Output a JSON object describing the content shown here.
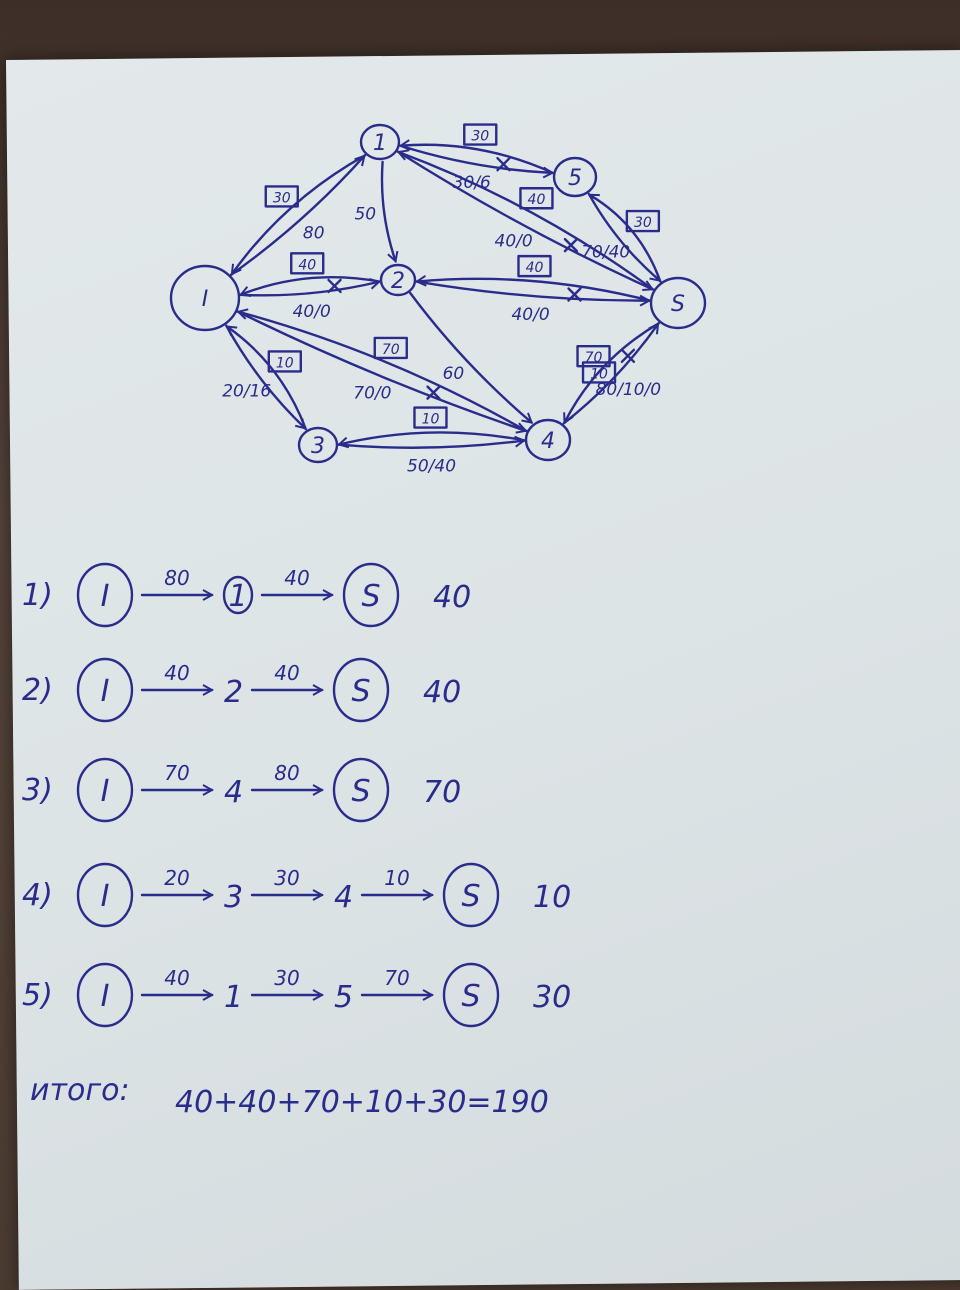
{
  "diagram": {
    "nodes": [
      {
        "id": "I",
        "label": "I"
      },
      {
        "id": "1",
        "label": "1"
      },
      {
        "id": "2",
        "label": "2"
      },
      {
        "id": "3",
        "label": "3"
      },
      {
        "id": "4",
        "label": "4"
      },
      {
        "id": "5",
        "label": "5"
      },
      {
        "id": "S",
        "label": "S"
      }
    ],
    "edges": [
      {
        "from": "I",
        "to": "1",
        "label": "80",
        "back": "30"
      },
      {
        "from": "1",
        "to": "5",
        "label": "30/6",
        "back": "30",
        "crossed": true
      },
      {
        "from": "1",
        "to": "2",
        "label": "50"
      },
      {
        "from": "1",
        "to": "S",
        "label": "40/0",
        "back": "40",
        "crossed": true
      },
      {
        "from": "I",
        "to": "2",
        "label": "40/0",
        "back": "40",
        "crossed": true
      },
      {
        "from": "2",
        "to": "S",
        "label": "40/0",
        "back": "40",
        "crossed": true
      },
      {
        "from": "5",
        "to": "S",
        "label": "70/40",
        "back": "30"
      },
      {
        "from": "I",
        "to": "3",
        "label": "20/16",
        "back": "10"
      },
      {
        "from": "I",
        "to": "4",
        "label": "70/0",
        "back": "70",
        "crossed": true
      },
      {
        "from": "2",
        "to": "4",
        "label": "60"
      },
      {
        "from": "3",
        "to": "4",
        "label": "50/40",
        "back": "10"
      },
      {
        "from": "4",
        "to": "S",
        "label": "80/10/0",
        "back": "70",
        "back2": "10",
        "crossed": true
      }
    ]
  },
  "paths": [
    {
      "num": "1)",
      "steps": [
        {
          "node": "I"
        },
        {
          "cap": "80"
        },
        {
          "node": "1",
          "circled": true
        },
        {
          "cap": "40"
        },
        {
          "node": "S"
        }
      ],
      "flow": "40"
    },
    {
      "num": "2)",
      "steps": [
        {
          "node": "I"
        },
        {
          "cap": "40"
        },
        {
          "node": "2"
        },
        {
          "cap": "40"
        },
        {
          "node": "S"
        }
      ],
      "flow": "40"
    },
    {
      "num": "3)",
      "steps": [
        {
          "node": "I"
        },
        {
          "cap": "70"
        },
        {
          "node": "4"
        },
        {
          "cap": "80"
        },
        {
          "node": "S"
        }
      ],
      "flow": "70"
    },
    {
      "num": "4)",
      "steps": [
        {
          "node": "I"
        },
        {
          "cap": "20"
        },
        {
          "node": "3"
        },
        {
          "cap": "30"
        },
        {
          "node": "4"
        },
        {
          "cap": "10"
        },
        {
          "node": "S"
        }
      ],
      "flow": "10"
    },
    {
      "num": "5)",
      "steps": [
        {
          "node": "I"
        },
        {
          "cap": "40"
        },
        {
          "node": "1"
        },
        {
          "cap": "30"
        },
        {
          "node": "5"
        },
        {
          "cap": "70"
        },
        {
          "node": "S"
        }
      ],
      "flow": "30"
    }
  ],
  "total": {
    "label": "итого:",
    "expression": "40+40+70+10+30=190"
  },
  "colors": {
    "ink": "#2a2c8c",
    "paper": "#dde4e6"
  }
}
